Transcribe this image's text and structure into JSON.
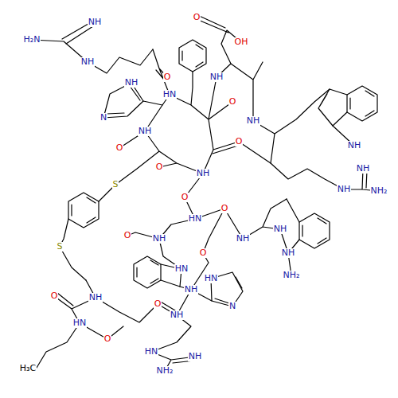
{
  "diagram": {
    "labels": [
      "NH",
      "H₂N",
      "NH",
      "O",
      "OH",
      "NH",
      "N",
      "O",
      "HN",
      "NH",
      "O",
      "NH",
      "NH",
      "O",
      "NH",
      "O",
      "O",
      "NH",
      "NH",
      "NH₂",
      "NH",
      "S",
      "O",
      "HN",
      "O",
      "NH",
      "NH",
      "NH",
      "NH₂",
      "S",
      "O",
      "NH",
      "HN",
      "O",
      "NH",
      "O",
      "O",
      "NH",
      "HN",
      "O",
      "NH",
      "HN",
      "NH₂",
      "NH",
      "HN",
      "N",
      "H₃C"
    ]
  }
}
